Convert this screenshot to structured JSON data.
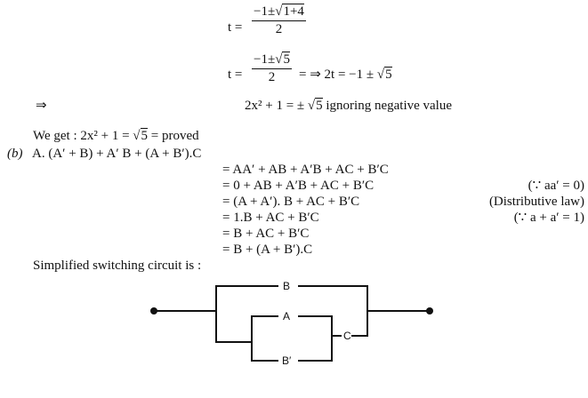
{
  "step1": {
    "lhs": "t =",
    "numerator_prefix": "−1±",
    "numerator_root": "1+4",
    "denominator": "2"
  },
  "step2": {
    "lhs": "t =",
    "numerator_prefix": "−1±",
    "numerator_root": "5",
    "denominator": "2",
    "rhs_prefix": "= ⇒ 2t = −1 ±",
    "rhs_root": "5"
  },
  "step3": {
    "arrow": "⇒",
    "text_prefix": "2x² + 1 = ±",
    "root": "5",
    "text_suffix": "ignoring negative value"
  },
  "conclusion": {
    "prefix": "We get : 2x² + 1 =",
    "root": "5",
    "suffix": "= proved"
  },
  "part_b": {
    "label": "(b)",
    "expression": "A. (A′ + B) + A′ B + (A + B′).C",
    "steps": [
      {
        "expr": "=  AA′ + AB + A′B + AC + B′C",
        "reason": ""
      },
      {
        "expr": "=  0 + AB + A′B + AC + B′C",
        "reason": "(∵ aa′ = 0)"
      },
      {
        "expr": "=  (A + A′). B + AC + B′C",
        "reason": "(Distributive law)"
      },
      {
        "expr": "=  1.B + AC + B′C",
        "reason": "(∵ a + a′ = 1)"
      },
      {
        "expr": "=  B + AC + B′C",
        "reason": ""
      },
      {
        "expr": "=  B + (A + B′).C",
        "reason": ""
      }
    ],
    "circuit_caption": "Simplified switching circuit is :"
  },
  "circuit": {
    "switch_top": "B",
    "switch_a": "A",
    "switch_b_prime": "B′",
    "switch_c": "C"
  }
}
